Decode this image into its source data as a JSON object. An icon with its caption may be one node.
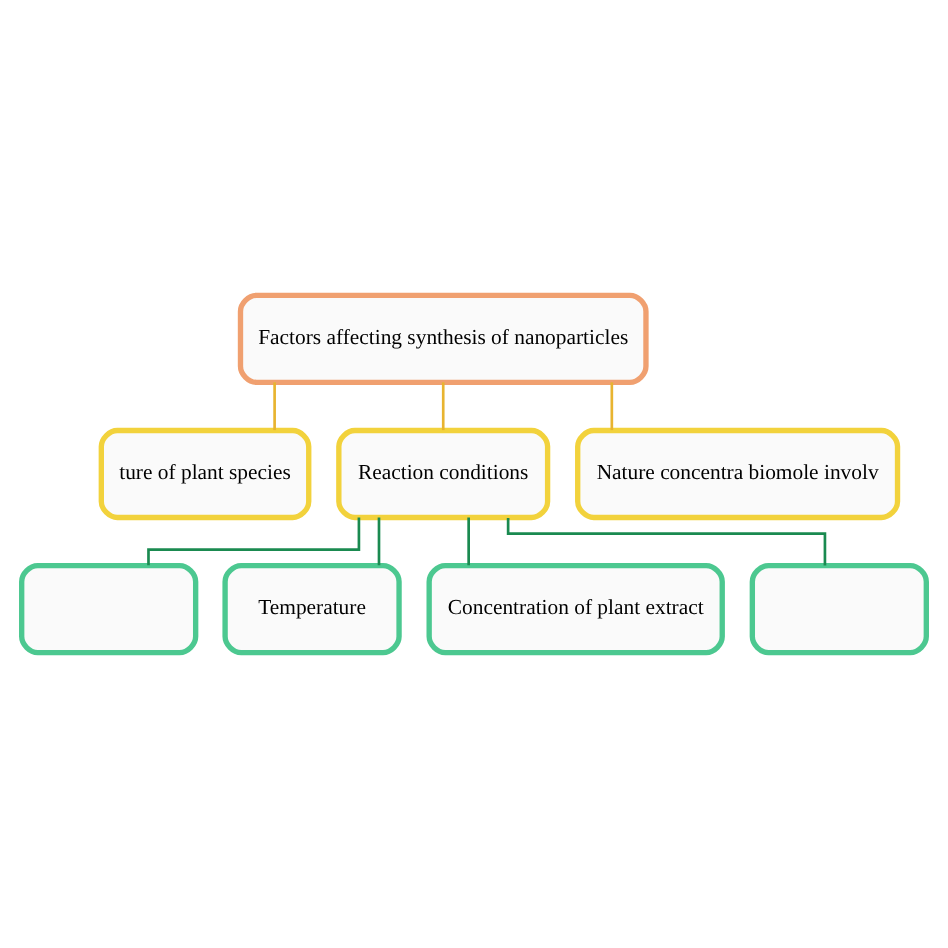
{
  "diagram": {
    "nodes": [
      {
        "text": [
          "Factors affecting synthesis of nanoparticles"
        ]
      },
      {
        "text": [
          "ture of plant species"
        ]
      },
      {
        "text": [
          "Reaction conditions"
        ]
      },
      {
        "text": [
          "Nature concentra biomole involv"
        ]
      },
      {
        "text": [],
        "shape": "box"
      },
      {
        "text": [
          "Temperature"
        ]
      },
      {
        "text": [
          "Concentration of plant extract"
        ]
      },
      {
        "text": [],
        "shape": "box"
      }
    ],
    "edges": [
      {
        "from": 0,
        "to": 1,
        "arrow": "none",
        "color": "#e8b430"
      },
      {
        "from": 0,
        "to": 2,
        "arrow": "none",
        "color": "#e8b430"
      },
      {
        "from": 0,
        "to": 3,
        "arrow": "none",
        "color": "#e8b430"
      },
      {
        "from": 2,
        "to": 4,
        "arrow": "none"
      },
      {
        "from": 2,
        "to": 5,
        "arrow": "none"
      },
      {
        "from": 2,
        "to": 6,
        "arrow": "none"
      },
      {
        "from": 2,
        "to": 7,
        "arrow": "none"
      }
    ]
  }
}
